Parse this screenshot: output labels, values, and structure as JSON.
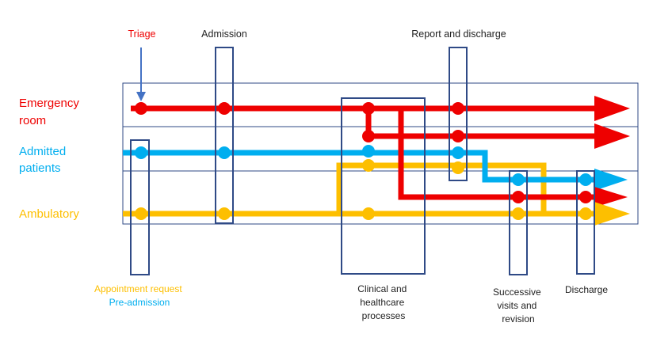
{
  "colors": {
    "red": "#ee0000",
    "blue": "#00aeef",
    "yellow": "#fdbf00",
    "frame": "#2f4a86",
    "text": "#222222"
  },
  "lanes": [
    {
      "id": "emergency",
      "label_lines": [
        "Emergency",
        "room"
      ],
      "color": "#ee0000"
    },
    {
      "id": "admitted",
      "label_lines": [
        "Admitted",
        "patients"
      ],
      "color": "#00aeef"
    },
    {
      "id": "ambulatory",
      "label_lines": [
        "Ambulatory"
      ],
      "color": "#fdbf00"
    }
  ],
  "stages": {
    "triage": {
      "label": "Triage",
      "color": "#ee0000"
    },
    "admission": {
      "label": "Admission"
    },
    "report_discharge": {
      "label": "Report and discharge"
    },
    "appointment": {
      "line1": "Appointment request",
      "line1_color": "#fdbf00",
      "line2": "Pre-admission",
      "line2_color": "#00aeef"
    },
    "clinical": {
      "lines": [
        "Clinical and",
        "healthcare",
        "processes"
      ]
    },
    "successive": {
      "lines": [
        "Successive",
        "visits and",
        "revision"
      ]
    },
    "discharge": {
      "label": "Discharge"
    }
  },
  "icons": {
    "arrow_head": "triangle-arrow-icon",
    "node": "circle-node-icon"
  }
}
